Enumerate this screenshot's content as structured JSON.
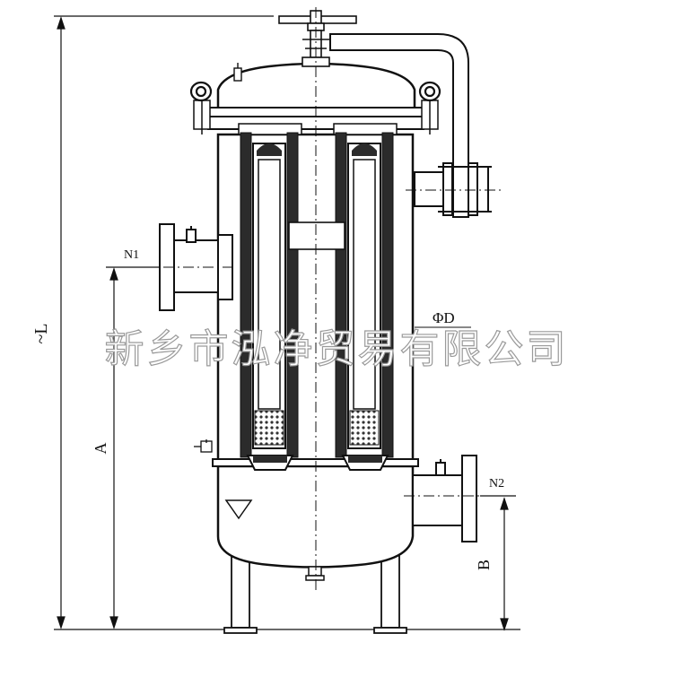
{
  "diagram": {
    "labels": {
      "n1": "N1",
      "n2": "N2",
      "phi_d": "ΦD",
      "dim_l": "~L",
      "dim_a": "A",
      "dim_b": "B"
    },
    "watermark": "新乡市泓净贸易有限公司"
  }
}
